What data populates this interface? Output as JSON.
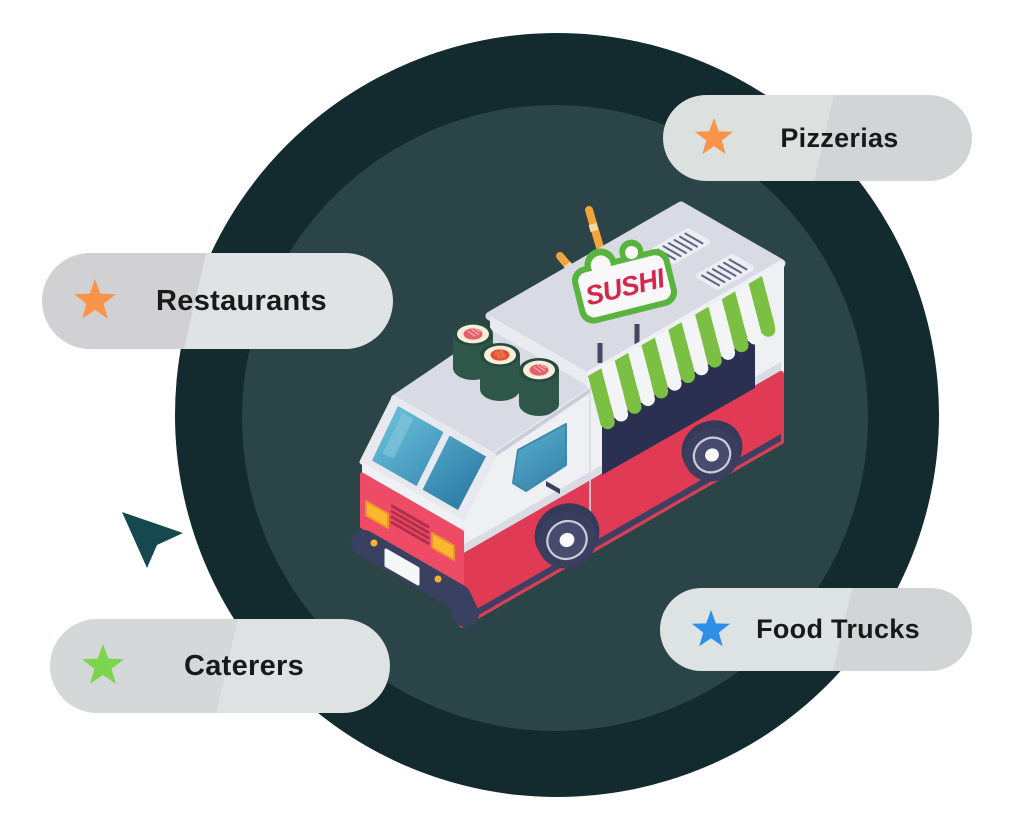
{
  "scene": {
    "truck": {
      "sign_text": "SUSHI",
      "colors": {
        "body_white": "#eff0f4",
        "roof_gray": "#d8dbe3",
        "body_red": "#e03a55",
        "front_red": "#ee4b66",
        "awning_green": "#7bc043",
        "awning_white": "#f3f4f6",
        "sign_border_green": "#5bb33f",
        "sign_text_red": "#d5274d",
        "chopstick_orange": "#f2a33c",
        "glass_blue": "#4ea5c6",
        "tire_navy": "#3a3f5f",
        "bumper_navy": "#3a4060",
        "headlight_yellow": "#fdb62d",
        "sushi_roll_green": "#2e574a",
        "sushi_rice_cream": "#f6eedb",
        "sushi_filling_red": "#e4606b"
      }
    },
    "labels": [
      {
        "text": "Pizzerias",
        "star_color": "#f9944a"
      },
      {
        "text": "Restaurants",
        "star_color": "#f9944a"
      },
      {
        "text": "Caterers",
        "star_color": "#7dd54e"
      },
      {
        "text": "Food Trucks",
        "star_color": "#2f8fe8"
      }
    ],
    "background": {
      "outer_circle": "#132a2e",
      "inner_circle": "#2b4447",
      "pill_bg": "#d6dada",
      "pill_text": "#191919",
      "cursor_teal": "#15494f"
    }
  }
}
